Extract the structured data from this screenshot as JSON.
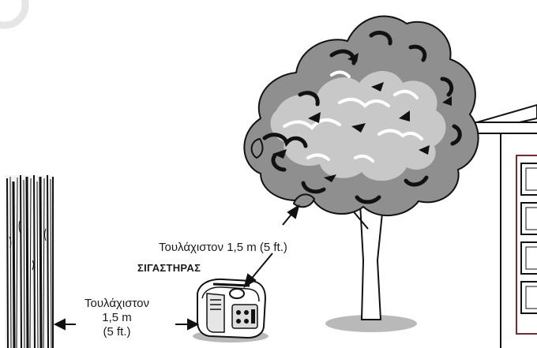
{
  "labels": {
    "tree_distance": "Τουλάχιστον 1,5 m (5 ft.)",
    "muffler": "ΣΙΓΑΣΤΗΡΑΣ",
    "wall_distance_line1": "Τουλάχιστον",
    "wall_distance_line2": "1,5 m",
    "wall_distance_line3": "(5 ft.)"
  },
  "colors": {
    "ink": "#111111",
    "foliage_mid": "#8f8f8f",
    "foliage_light": "#c8c8c8",
    "ground_shadow": "#b9b9b9",
    "building_trim": "#7a2a2a"
  }
}
